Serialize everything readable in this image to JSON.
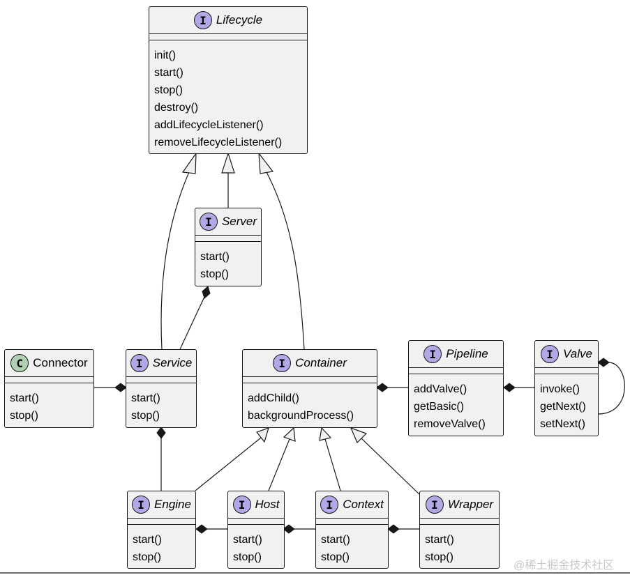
{
  "nodes": {
    "lifecycle": {
      "stereotype": "I",
      "name": "Lifecycle",
      "methods": [
        "init()",
        "start()",
        "stop()",
        "destroy()",
        "addLifecycleListener()",
        "removeLifecycleListener()"
      ]
    },
    "server": {
      "stereotype": "I",
      "name": "Server",
      "methods": [
        "start()",
        "stop()"
      ]
    },
    "connector": {
      "stereotype": "C",
      "name": "Connector",
      "methods": [
        "start()",
        "stop()"
      ]
    },
    "service": {
      "stereotype": "I",
      "name": "Service",
      "methods": [
        "start()",
        "stop()"
      ]
    },
    "container": {
      "stereotype": "I",
      "name": "Container",
      "methods": [
        "addChild()",
        "backgroundProcess()"
      ]
    },
    "pipeline": {
      "stereotype": "I",
      "name": "Pipeline",
      "methods": [
        "addValve()",
        "getBasic()",
        "removeValve()"
      ]
    },
    "valve": {
      "stereotype": "I",
      "name": "Valve",
      "methods": [
        "invoke()",
        "getNext()",
        "setNext()"
      ]
    },
    "engine": {
      "stereotype": "I",
      "name": "Engine",
      "methods": [
        "start()",
        "stop()"
      ]
    },
    "host": {
      "stereotype": "I",
      "name": "Host",
      "methods": [
        "start()",
        "stop()"
      ]
    },
    "context": {
      "stereotype": "I",
      "name": "Context",
      "methods": [
        "start()",
        "stop()"
      ]
    },
    "wrapper": {
      "stereotype": "I",
      "name": "Wrapper",
      "methods": [
        "start()",
        "stop()"
      ]
    }
  },
  "relations": [
    {
      "from": "service",
      "to": "lifecycle",
      "type": "inheritance"
    },
    {
      "from": "server",
      "to": "lifecycle",
      "type": "inheritance"
    },
    {
      "from": "container",
      "to": "lifecycle",
      "type": "inheritance"
    },
    {
      "whole": "server",
      "part": "service",
      "type": "composition"
    },
    {
      "whole": "service",
      "part": "connector",
      "type": "composition"
    },
    {
      "whole": "service",
      "part": "engine",
      "type": "composition"
    },
    {
      "whole": "container",
      "part": "pipeline",
      "type": "composition"
    },
    {
      "whole": "pipeline",
      "part": "valve",
      "type": "composition"
    },
    {
      "whole": "valve",
      "part": "valve",
      "type": "composition"
    },
    {
      "from": "engine",
      "to": "container",
      "type": "inheritance"
    },
    {
      "from": "host",
      "to": "container",
      "type": "inheritance"
    },
    {
      "from": "context",
      "to": "container",
      "type": "inheritance"
    },
    {
      "from": "wrapper",
      "to": "container",
      "type": "inheritance"
    },
    {
      "whole": "engine",
      "part": "host",
      "type": "composition"
    },
    {
      "whole": "host",
      "part": "context",
      "type": "composition"
    },
    {
      "whole": "context",
      "part": "wrapper",
      "type": "composition"
    }
  ],
  "watermark": "@稀土掘金技术社区"
}
